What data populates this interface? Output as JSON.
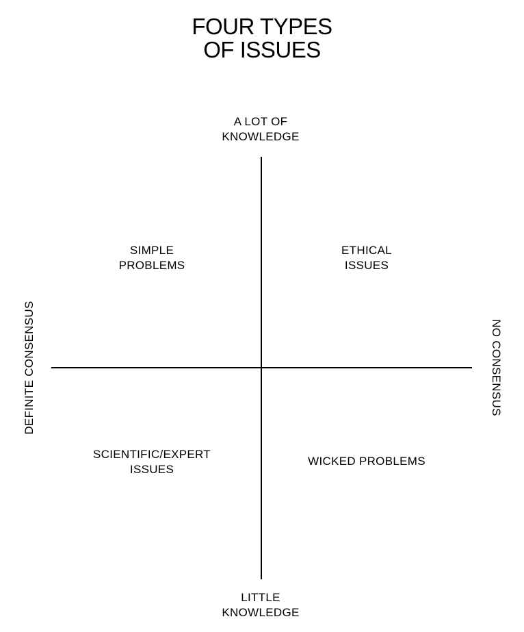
{
  "title": {
    "line1": "FOUR TYPES",
    "line2": "OF ISSUES"
  },
  "axes": {
    "top": {
      "line1": "A LOT OF",
      "line2": "KNOWLEDGE"
    },
    "bottom": {
      "line1": "LITTLE",
      "line2": "KNOWLEDGE"
    },
    "left": "DEFINITE CONSENSUS",
    "right": "NO CONSENSUS"
  },
  "quadrants": {
    "top_left": {
      "line1": "SIMPLE",
      "line2": "PROBLEMS"
    },
    "top_right": {
      "line1": "ETHICAL",
      "line2": "ISSUES"
    },
    "bottom_left": {
      "line1": "SCIENTIFIC/EXPERT",
      "line2": "ISSUES"
    },
    "bottom_right": {
      "line1": "WICKED PROBLEMS"
    }
  },
  "colors": {
    "background": "#ffffff",
    "ink": "#000000"
  }
}
